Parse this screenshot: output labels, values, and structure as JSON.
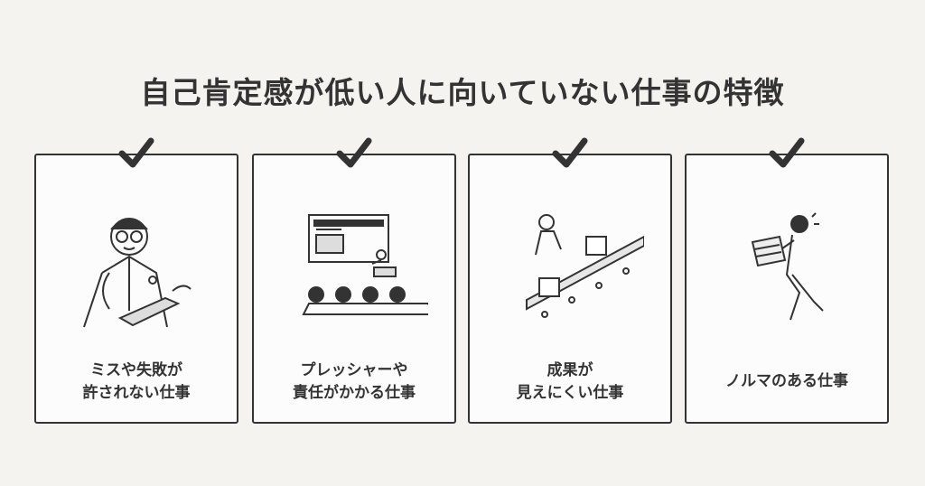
{
  "title": "自己肯定感が低い人に向いていない仕事の特徴",
  "cards": [
    {
      "line1": "ミスや失敗が",
      "line2": "許されない仕事",
      "icon": "doctor-illustration"
    },
    {
      "line1": "プレッシャーや",
      "line2": "責任がかかる仕事",
      "icon": "presentation-illustration"
    },
    {
      "line1": "成果が",
      "line2": "見えにくい仕事",
      "icon": "conveyor-belt-illustration"
    },
    {
      "line1": "ノルマのある仕事",
      "icon": "busy-worker-illustration"
    }
  ],
  "colors": {
    "background": "#f4f3ef",
    "card": "#fcfcfc",
    "ink": "#333333"
  }
}
